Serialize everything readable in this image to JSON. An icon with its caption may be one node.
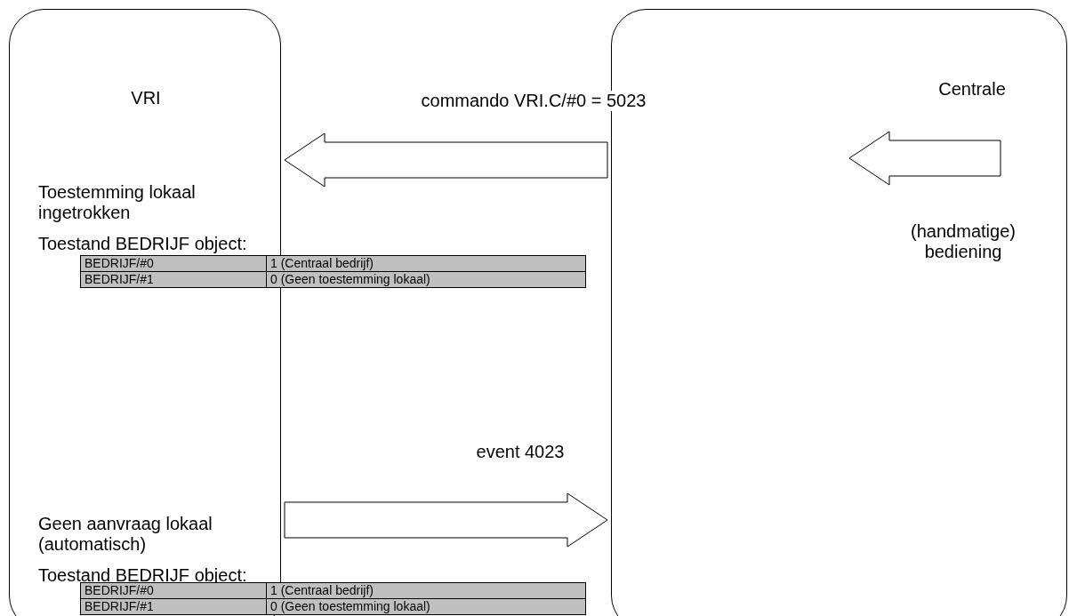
{
  "diagram": {
    "nodes": [
      {
        "text": [
          "VRI"
        ]
      },
      {
        "text": [
          "Centrale",
          "(handmatige) bediening"
        ]
      }
    ],
    "edges": [
      {
        "from": 1,
        "to": 0,
        "arrow": "to",
        "label": "commando VRI.C/#0 = 5023"
      },
      {
        "from": 0,
        "to": 1,
        "arrow": "to",
        "label": "event 4023"
      }
    ],
    "labels": [
      "Toestemming lokaal ingetrokken",
      "Toestand BEDRIJF object:",
      "BEDRIJF/#0",
      "1 (Centraal bedrijf)",
      "BEDRIJF/#1",
      "0 (Geen toestemming lokaal)",
      "Geen aanvraag lokaal (automatisch)",
      "Toestand BEDRIJF object:",
      "BEDRIJF/#0",
      "1 (Centraal bedrijf)",
      "BEDRIJF/#1",
      "0 (Geen toestemming lokaal)"
    ]
  }
}
